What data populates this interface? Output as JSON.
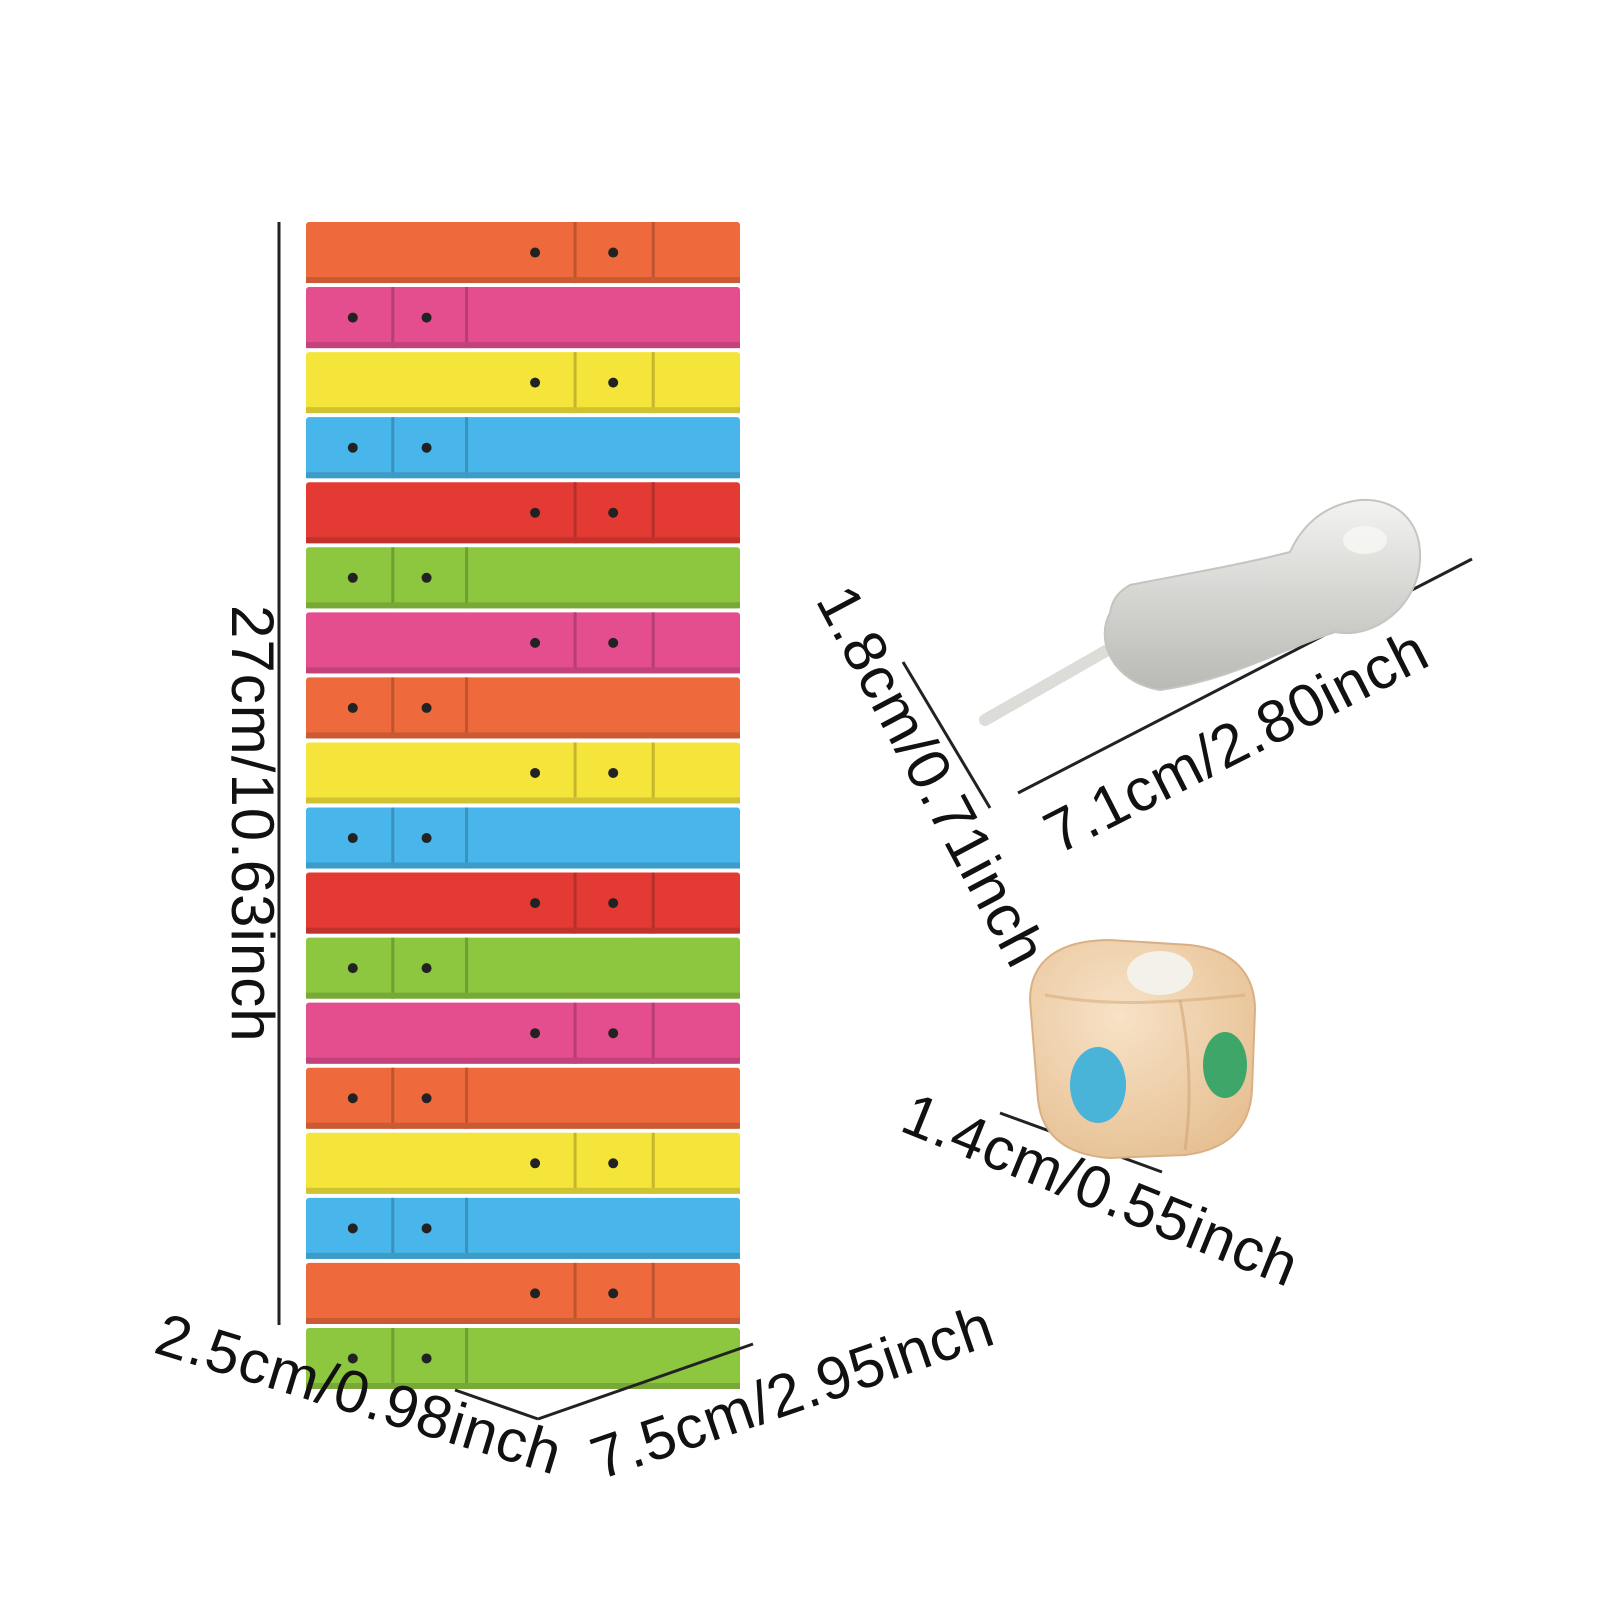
{
  "dimensions": {
    "height": "27cm/10.63inch",
    "depth": "2.5cm/0.98inch",
    "width": "7.5cm/2.95inch",
    "pawn_diameter": "1.8cm/0.71inch",
    "pawn_length": "7.1cm/2.80inch",
    "die_size": "1.4cm/0.55inch"
  },
  "colors": {
    "orange": "#EE6A3C",
    "pink": "#E44E8E",
    "yellow": "#F5E53A",
    "blue": "#48B6EA",
    "red": "#E33B34",
    "green": "#8DC63F",
    "pawn": "#D9D9D6",
    "die_wood": "#F0D2AE",
    "die_dot_blue": "#4AB3D8",
    "die_dot_green": "#3FA66A",
    "die_dot_white": "#F4F1EA"
  },
  "tower": {
    "row_colors": [
      "orange",
      "pink",
      "yellow",
      "blue",
      "red",
      "green",
      "pink",
      "orange",
      "yellow",
      "blue",
      "red",
      "green",
      "pink",
      "orange",
      "yellow",
      "blue",
      "orange",
      "green"
    ]
  }
}
